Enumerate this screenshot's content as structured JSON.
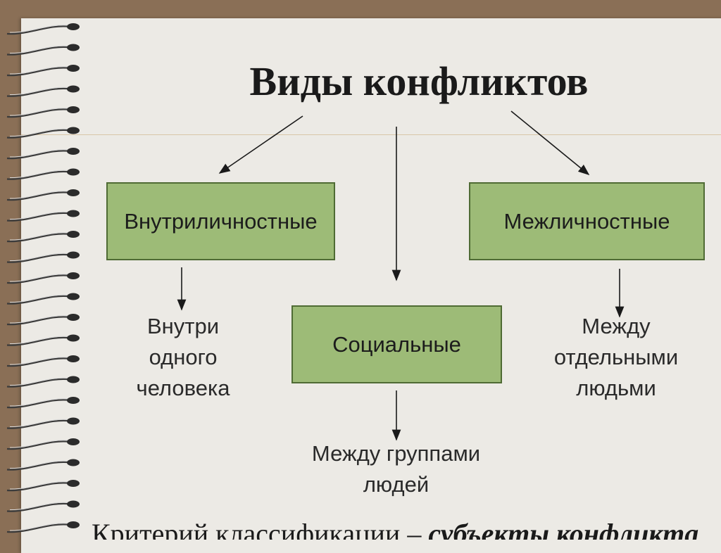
{
  "title": "Виды конфликтов",
  "boxes": {
    "intrapersonal": "Внутриличностные",
    "interpersonal": "Межличностные",
    "social": "Социальные"
  },
  "descriptions": {
    "intrapersonal": [
      "Внутри",
      "одного",
      "человека"
    ],
    "interpersonal": [
      "Между",
      "отдельными",
      "людьми"
    ],
    "social": [
      "Между группами",
      "людей"
    ]
  },
  "footer": {
    "text": "Критерий классификации – ",
    "emphasis": "субъекты конфликта"
  },
  "colors": {
    "box_fill": "#9dbb77",
    "box_border": "#4f6b34",
    "paper": "#eceae5",
    "backdrop": "#8a6f56"
  }
}
